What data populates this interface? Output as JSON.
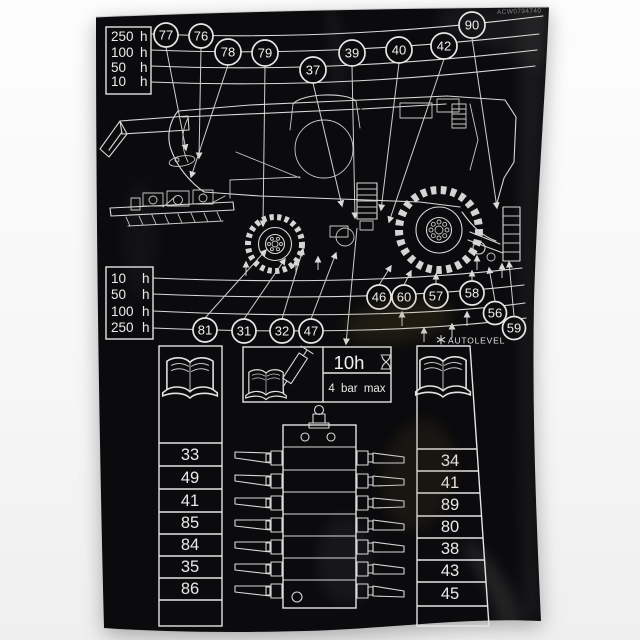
{
  "decal": {
    "part_number": "ACW0794740",
    "top_interval_table": {
      "rows": [
        {
          "value": "250",
          "unit": "h"
        },
        {
          "value": "100",
          "unit": "h"
        },
        {
          "value": "50",
          "unit": "h"
        },
        {
          "value": "10",
          "unit": "h"
        }
      ]
    },
    "bottom_interval_table": {
      "rows": [
        {
          "value": "10",
          "unit": "h"
        },
        {
          "value": "50",
          "unit": "h"
        },
        {
          "value": "100",
          "unit": "h"
        },
        {
          "value": "250",
          "unit": "h"
        }
      ]
    },
    "top_callouts": [
      "77",
      "76",
      "78",
      "79",
      "37",
      "39",
      "40",
      "42",
      "90"
    ],
    "bottom_callouts": [
      "81",
      "31",
      "32",
      "47",
      "46",
      "60",
      "57",
      "58",
      "56",
      "59"
    ],
    "service_box": {
      "interval": "10h",
      "pressure": "4 bar max"
    },
    "autolevel_label": "AUTOLEVEL",
    "left_grease_points": [
      "33",
      "49",
      "41",
      "85",
      "84",
      "35",
      "86"
    ],
    "right_grease_points": [
      "34",
      "41",
      "89",
      "80",
      "38",
      "43",
      "45"
    ]
  }
}
